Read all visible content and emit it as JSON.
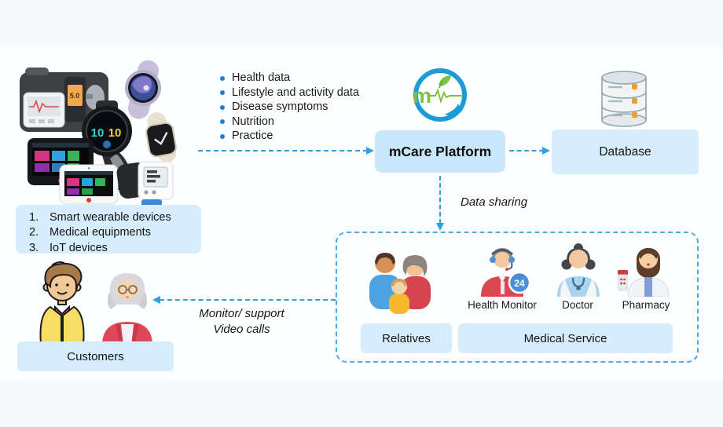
{
  "colors": {
    "accent_blue": "#2e9fe3",
    "box_fill": "#d5edfc",
    "platform_box_fill": "#c9e7fa",
    "container_border": "#47adea",
    "logo_blue": "#1b9cd8",
    "logo_green": "#7dc242"
  },
  "devices": {
    "glucose_value": "5.0",
    "watch_time_a": "10",
    "watch_time_b": "10",
    "list": [
      {
        "num": "1.",
        "label": "Smart wearable devices"
      },
      {
        "num": "2.",
        "label": "Medical equipments"
      },
      {
        "num": "3.",
        "label": "IoT devices"
      }
    ]
  },
  "data_types": [
    "Health data",
    "Lifestyle and activity data",
    "Disease symptoms",
    "Nutrition",
    "Practice"
  ],
  "platform": {
    "label": "mCare Platform",
    "logo_letter": "m"
  },
  "database": {
    "label": "Database"
  },
  "flows": {
    "data_sharing": "Data sharing",
    "monitor_line1": "Monitor/ support",
    "monitor_line2": "Video calls"
  },
  "medical_service": {
    "relatives_label": "Relatives",
    "members": [
      {
        "label": "Health Monitor",
        "badge": "24"
      },
      {
        "label": "Doctor"
      },
      {
        "label": "Pharmacy"
      }
    ],
    "group_label": "Medical Service"
  },
  "customers": {
    "label": "Customers"
  }
}
